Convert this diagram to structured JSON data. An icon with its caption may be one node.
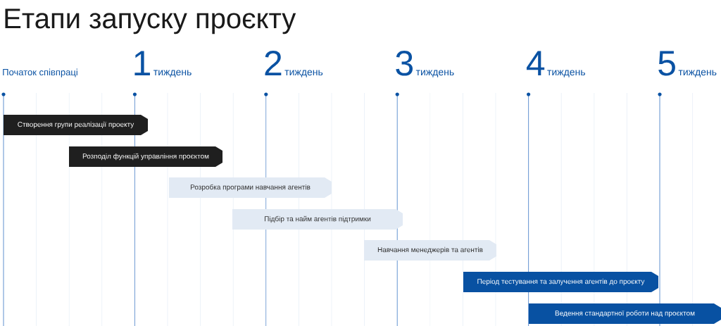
{
  "diagram": {
    "title": "Етапи запуску проєкту",
    "nodes": [
      {
        "text": [
          "Створення групи реалізації проекту"
        ]
      },
      {
        "text": [
          "Розподіл функцій управління проєктом"
        ]
      },
      {
        "text": [
          "Розробка програми навчання агентів"
        ]
      },
      {
        "text": [
          "Підбір та найм агентів підтримки"
        ]
      },
      {
        "text": [
          "Навчання менеджерів та агентів"
        ]
      },
      {
        "text": [
          "Період тестування та залучення агентів до проєкту"
        ]
      },
      {
        "text": [
          "Ведення стандартної роботи над проєктом"
        ]
      }
    ],
    "labels": [
      "Початок співпраці",
      "1",
      "тиждень",
      "2",
      "тиждень",
      "3",
      "тиждень",
      "4",
      "тиждень",
      "5",
      "тиждень"
    ]
  }
}
